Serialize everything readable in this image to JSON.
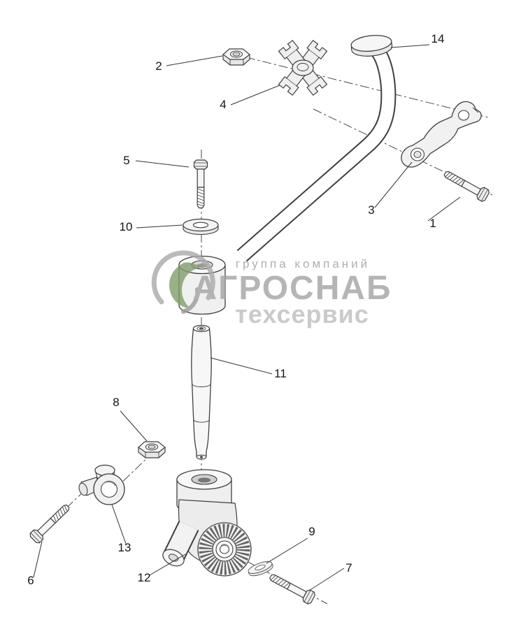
{
  "callouts": [
    "1",
    "2",
    "3",
    "4",
    "5",
    "6",
    "7",
    "8",
    "9",
    "10",
    "11",
    "12",
    "13",
    "14"
  ],
  "watermark": {
    "line1": "группа компаний",
    "line2": "АГРОСНАБ",
    "line3": "техсервис"
  },
  "colors": {
    "line_work": "#3f3f3f",
    "watermark_text": "#a3a3a3",
    "watermark_green": "#7f9e6a"
  }
}
